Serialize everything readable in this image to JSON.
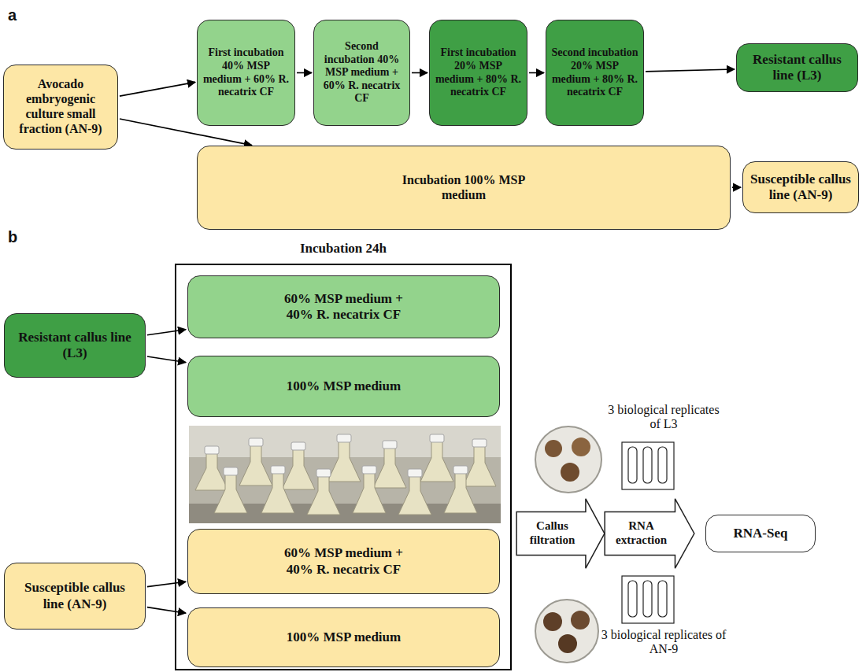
{
  "diagram": {
    "nodes": [
      {
        "text": [
          "Avocado embryogenic culture small fraction (AN-9)"
        ]
      },
      {
        "text": [
          "First incubation 40% MSP medium + 60% R. necatrix CF"
        ]
      },
      {
        "text": [
          "Second incubation 40% MSP medium + 60% R. necatrix CF"
        ]
      },
      {
        "text": [
          "First incubation 20% MSP medium + 80% R. necatrix CF"
        ]
      },
      {
        "text": [
          "Second incubation 20% MSP medium + 80% R. necatrix CF"
        ]
      },
      {
        "text": [
          "Resistant callus line (L3)"
        ]
      },
      {
        "text": [
          "Incubation 100% MSP medium"
        ]
      },
      {
        "text": [
          "Susceptible callus line (AN-9)"
        ]
      },
      {
        "text": [
          "Resistant callus line (L3)"
        ]
      },
      {
        "text": [
          "Incubation 24h"
        ]
      },
      {
        "text": [
          "60% MSP medium + 40% R. necatrix CF"
        ],
        "in": 9
      },
      {
        "text": [
          "100% MSP medium"
        ],
        "in": 9
      },
      {
        "text": [
          "60% MSP medium + 40% R. necatrix CF"
        ],
        "in": 9
      },
      {
        "text": [
          "100% MSP medium"
        ],
        "in": 9
      },
      {
        "text": [
          "Susceptible callus line (AN-9)"
        ]
      },
      {
        "text": [
          "Callus filtration"
        ]
      },
      {
        "text": [
          "RNA extraction"
        ]
      },
      {
        "text": [
          "RNA-Seq"
        ]
      }
    ],
    "edges": [
      {
        "from": 0,
        "to": 1,
        "arrow": "to"
      },
      {
        "from": 1,
        "to": 2,
        "arrow": "to"
      },
      {
        "from": 2,
        "to": 3,
        "arrow": "to"
      },
      {
        "from": 3,
        "to": 4,
        "arrow": "to"
      },
      {
        "from": 4,
        "to": 5,
        "arrow": "to"
      },
      {
        "from": 0,
        "to": 6,
        "arrow": "to"
      },
      {
        "from": 6,
        "to": 7,
        "arrow": "to"
      },
      {
        "from": 8,
        "to": 10,
        "arrow": "to"
      },
      {
        "from": 8,
        "to": 11,
        "arrow": "to"
      },
      {
        "from": 14,
        "to": 12,
        "arrow": "to"
      },
      {
        "from": 14,
        "to": 13,
        "arrow": "to"
      }
    ],
    "labels": [
      "a",
      "b",
      "3 biological replicates of L3",
      "3 biological replicates of AN-9"
    ]
  }
}
